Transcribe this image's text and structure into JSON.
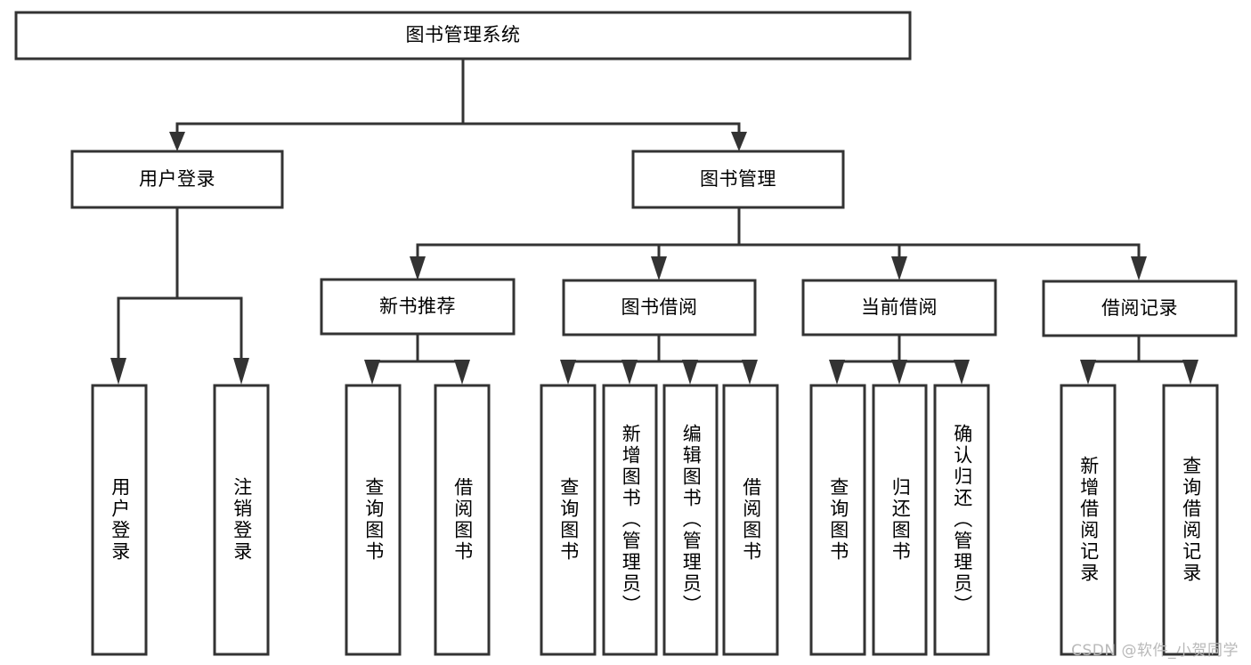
{
  "diagram": {
    "title": "图书管理系统",
    "type": "tree",
    "watermark": "CSDN @软件_小贺同学",
    "colors": {
      "stroke": "#333333",
      "fill": "#ffffff",
      "text": "#000000",
      "watermark": "#b9b9b9"
    },
    "nodes": {
      "root": {
        "label": "图书管理系统",
        "level": 1,
        "orientation": "horizontal"
      },
      "l2": [
        {
          "id": "user-login",
          "label": "用户登录",
          "level": 2,
          "orientation": "horizontal"
        },
        {
          "id": "book-manage",
          "label": "图书管理",
          "level": 2,
          "orientation": "horizontal"
        }
      ],
      "l3": [
        {
          "id": "new-book-recommend",
          "label": "新书推荐",
          "level": 3,
          "orientation": "horizontal"
        },
        {
          "id": "book-borrow",
          "label": "图书借阅",
          "level": 3,
          "orientation": "horizontal"
        },
        {
          "id": "current-borrow",
          "label": "当前借阅",
          "level": 3,
          "orientation": "horizontal"
        },
        {
          "id": "borrow-record",
          "label": "借阅记录",
          "level": 3,
          "orientation": "horizontal"
        }
      ],
      "leaves": {
        "user_login": [
          {
            "id": "leaf-user-login",
            "label": "用户登录",
            "orientation": "vertical"
          },
          {
            "id": "leaf-logout-login",
            "label": "注销登录",
            "orientation": "vertical"
          }
        ],
        "new_book_recommend": [
          {
            "id": "leaf-query-book-1",
            "label": "查询图书",
            "orientation": "vertical"
          },
          {
            "id": "leaf-borrow-book-1",
            "label": "借阅图书",
            "orientation": "vertical"
          }
        ],
        "book_borrow": [
          {
            "id": "leaf-query-book-2",
            "label": "查询图书",
            "orientation": "vertical"
          },
          {
            "id": "leaf-add-book",
            "label": "新增图书（管理员）",
            "orientation": "vertical"
          },
          {
            "id": "leaf-edit-book",
            "label": "编辑图书（管理员）",
            "orientation": "vertical"
          },
          {
            "id": "leaf-borrow-book-2",
            "label": "借阅图书",
            "orientation": "vertical"
          }
        ],
        "current_borrow": [
          {
            "id": "leaf-query-book-3",
            "label": "查询图书",
            "orientation": "vertical"
          },
          {
            "id": "leaf-return-book",
            "label": "归还图书",
            "orientation": "vertical"
          },
          {
            "id": "leaf-confirm-return",
            "label": "确认归还（管理员）",
            "orientation": "vertical"
          }
        ],
        "borrow_record": [
          {
            "id": "leaf-add-record",
            "label": "新增借阅记录",
            "orientation": "vertical"
          },
          {
            "id": "leaf-query-record",
            "label": "查询借阅记录",
            "orientation": "vertical"
          }
        ]
      }
    }
  }
}
